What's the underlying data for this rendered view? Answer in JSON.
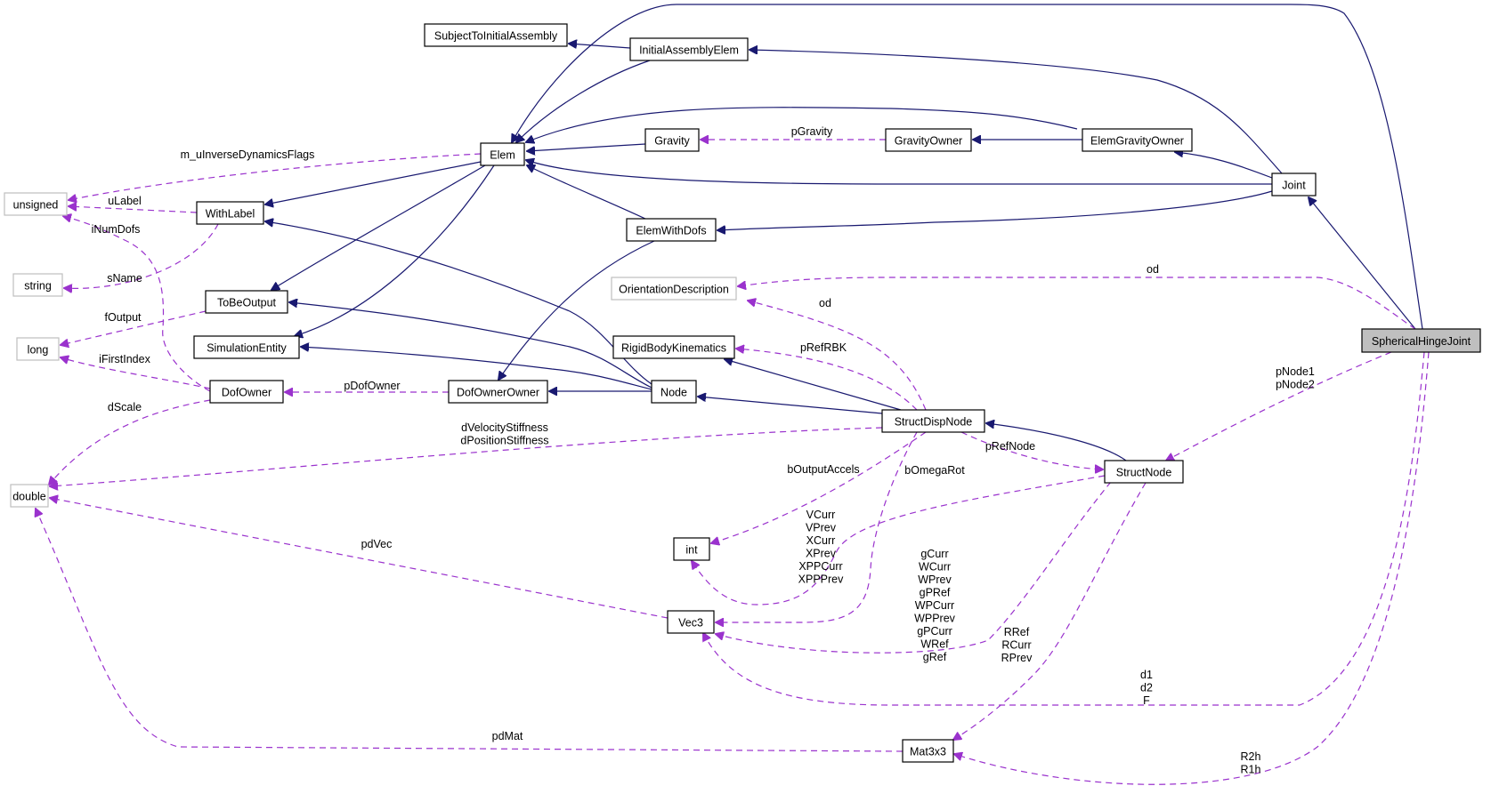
{
  "diagram": {
    "title": "SphericalHingeJoint collaboration graph",
    "colors": {
      "inheritance_edge": "#191970",
      "usage_edge": "#9a32cd",
      "focus_fill": "#bfbfbf",
      "external_border": "#bfbfbf",
      "node_border": "#000000"
    },
    "nodes": [
      {
        "id": "SphericalHingeJoint",
        "label": "SphericalHingeJoint",
        "kind": "focus"
      },
      {
        "id": "Joint",
        "label": "Joint",
        "kind": "class"
      },
      {
        "id": "Elem",
        "label": "Elem",
        "kind": "class"
      },
      {
        "id": "SubjectToInitialAssembly",
        "label": "SubjectToInitialAssembly",
        "kind": "class"
      },
      {
        "id": "InitialAssemblyElem",
        "label": "InitialAssemblyElem",
        "kind": "class"
      },
      {
        "id": "Gravity",
        "label": "Gravity",
        "kind": "class"
      },
      {
        "id": "GravityOwner",
        "label": "GravityOwner",
        "kind": "class"
      },
      {
        "id": "ElemGravityOwner",
        "label": "ElemGravityOwner",
        "kind": "class"
      },
      {
        "id": "ElemWithDofs",
        "label": "ElemWithDofs",
        "kind": "class"
      },
      {
        "id": "unsigned",
        "label": "unsigned",
        "kind": "external"
      },
      {
        "id": "WithLabel",
        "label": "WithLabel",
        "kind": "class"
      },
      {
        "id": "string",
        "label": "string",
        "kind": "external"
      },
      {
        "id": "ToBeOutput",
        "label": "ToBeOutput",
        "kind": "class"
      },
      {
        "id": "long",
        "label": "long",
        "kind": "external"
      },
      {
        "id": "SimulationEntity",
        "label": "SimulationEntity",
        "kind": "class"
      },
      {
        "id": "DofOwner",
        "label": "DofOwner",
        "kind": "class"
      },
      {
        "id": "DofOwnerOwner",
        "label": "DofOwnerOwner",
        "kind": "class"
      },
      {
        "id": "Node",
        "label": "Node",
        "kind": "class"
      },
      {
        "id": "OrientationDescription",
        "label": "OrientationDescription",
        "kind": "external"
      },
      {
        "id": "RigidBodyKinematics",
        "label": "RigidBodyKinematics",
        "kind": "class"
      },
      {
        "id": "StructDispNode",
        "label": "StructDispNode",
        "kind": "class"
      },
      {
        "id": "StructNode",
        "label": "StructNode",
        "kind": "class"
      },
      {
        "id": "double",
        "label": "double",
        "kind": "external"
      },
      {
        "id": "int",
        "label": "int",
        "kind": "class"
      },
      {
        "id": "Vec3",
        "label": "Vec3",
        "kind": "class"
      },
      {
        "id": "Mat3x3",
        "label": "Mat3x3",
        "kind": "class"
      }
    ],
    "edges": [
      {
        "from": "InitialAssemblyElem",
        "to": "SubjectToInitialAssembly",
        "type": "inherit",
        "labels": []
      },
      {
        "from": "InitialAssemblyElem",
        "to": "Elem",
        "type": "inherit",
        "labels": []
      },
      {
        "from": "SphericalHingeJoint",
        "to": "Elem",
        "type": "inherit",
        "labels": []
      },
      {
        "from": "Joint",
        "to": "InitialAssemblyElem",
        "type": "inherit",
        "labels": []
      },
      {
        "from": "ElemGravityOwner",
        "to": "Elem",
        "type": "inherit",
        "labels": []
      },
      {
        "from": "Gravity",
        "to": "Elem",
        "type": "inherit",
        "labels": []
      },
      {
        "from": "GravityOwner",
        "to": "Gravity",
        "type": "use",
        "labels": [
          "pGravity"
        ]
      },
      {
        "from": "ElemGravityOwner",
        "to": "GravityOwner",
        "type": "inherit",
        "labels": []
      },
      {
        "from": "Joint",
        "to": "ElemGravityOwner",
        "type": "inherit",
        "labels": []
      },
      {
        "from": "Joint",
        "to": "Elem",
        "type": "inherit",
        "labels": []
      },
      {
        "from": "ElemWithDofs",
        "to": "Elem",
        "type": "inherit",
        "labels": []
      },
      {
        "from": "Joint",
        "to": "ElemWithDofs",
        "type": "inherit",
        "labels": []
      },
      {
        "from": "SphericalHingeJoint",
        "to": "Joint",
        "type": "inherit",
        "labels": []
      },
      {
        "from": "Elem",
        "to": "unsigned",
        "type": "use",
        "labels": [
          "m_uInverseDynamicsFlags"
        ]
      },
      {
        "from": "Elem",
        "to": "WithLabel",
        "type": "inherit",
        "labels": []
      },
      {
        "from": "Elem",
        "to": "ToBeOutput",
        "type": "inherit",
        "labels": []
      },
      {
        "from": "Elem",
        "to": "SimulationEntity",
        "type": "inherit",
        "labels": []
      },
      {
        "from": "WithLabel",
        "to": "unsigned",
        "type": "use",
        "labels": [
          "uLabel"
        ]
      },
      {
        "from": "WithLabel",
        "to": "string",
        "type": "use",
        "labels": [
          "sName"
        ]
      },
      {
        "from": "DofOwner",
        "to": "unsigned",
        "type": "use",
        "labels": [
          "iNumDofs"
        ]
      },
      {
        "from": "ToBeOutput",
        "to": "long",
        "type": "use",
        "labels": [
          "fOutput"
        ]
      },
      {
        "from": "DofOwner",
        "to": "long",
        "type": "use",
        "labels": [
          "iFirstIndex"
        ]
      },
      {
        "from": "DofOwner",
        "to": "double",
        "type": "use",
        "labels": [
          "dScale"
        ]
      },
      {
        "from": "DofOwnerOwner",
        "to": "DofOwner",
        "type": "use",
        "labels": [
          "pDofOwner"
        ]
      },
      {
        "from": "ElemWithDofs",
        "to": "DofOwnerOwner",
        "type": "inherit",
        "labels": []
      },
      {
        "from": "Node",
        "to": "DofOwnerOwner",
        "type": "inherit",
        "labels": []
      },
      {
        "from": "Node",
        "to": "WithLabel",
        "type": "inherit",
        "labels": []
      },
      {
        "from": "Node",
        "to": "ToBeOutput",
        "type": "inherit",
        "labels": []
      },
      {
        "from": "Node",
        "to": "SimulationEntity",
        "type": "inherit",
        "labels": []
      },
      {
        "from": "SphericalHingeJoint",
        "to": "OrientationDescription",
        "type": "use",
        "labels": [
          "od"
        ]
      },
      {
        "from": "StructDispNode",
        "to": "OrientationDescription",
        "type": "use",
        "labels": [
          "od"
        ]
      },
      {
        "from": "StructDispNode",
        "to": "RigidBodyKinematics",
        "type": "use",
        "labels": [
          "pRefRBK"
        ]
      },
      {
        "from": "StructDispNode",
        "to": "RigidBodyKinematics",
        "type": "inherit",
        "labels": []
      },
      {
        "from": "StructDispNode",
        "to": "Node",
        "type": "inherit",
        "labels": []
      },
      {
        "from": "StructDispNode",
        "to": "double",
        "type": "use",
        "labels": [
          "dVelocityStiffness",
          "dPositionStiffness"
        ]
      },
      {
        "from": "StructNode",
        "to": "StructDispNode",
        "type": "inherit",
        "labels": []
      },
      {
        "from": "StructDispNode",
        "to": "StructNode",
        "type": "use",
        "labels": [
          "pRefNode"
        ]
      },
      {
        "from": "SphericalHingeJoint",
        "to": "StructNode",
        "type": "use",
        "labels": [
          "pNode1",
          "pNode2"
        ]
      },
      {
        "from": "StructDispNode",
        "to": "int",
        "type": "use",
        "labels": [
          "bOutputAccels"
        ]
      },
      {
        "from": "StructNode",
        "to": "int",
        "type": "use",
        "labels": [
          "bOmegaRot"
        ]
      },
      {
        "from": "StructDispNode",
        "to": "Vec3",
        "type": "use",
        "labels": [
          "VCurr",
          "VPrev",
          "XCurr",
          "XPrev",
          "XPPCurr",
          "XPPPrev"
        ]
      },
      {
        "from": "StructNode",
        "to": "Vec3",
        "type": "use",
        "labels": [
          "gCurr",
          "WCurr",
          "WPrev",
          "gPRef",
          "WPCurr",
          "WPPrev",
          "gPCurr",
          "WRef",
          "gRef"
        ]
      },
      {
        "from": "Vec3",
        "to": "double",
        "type": "use",
        "labels": [
          "pdVec"
        ]
      },
      {
        "from": "StructNode",
        "to": "Mat3x3",
        "type": "use",
        "labels": [
          "RRef",
          "RCurr",
          "RPrev"
        ]
      },
      {
        "from": "SphericalHingeJoint",
        "to": "Vec3",
        "type": "use",
        "labels": [
          "d1",
          "d2",
          "F"
        ]
      },
      {
        "from": "Mat3x3",
        "to": "double",
        "type": "use",
        "labels": [
          "pdMat"
        ]
      },
      {
        "from": "SphericalHingeJoint",
        "to": "Mat3x3",
        "type": "use",
        "labels": [
          "R2h",
          "R1h"
        ]
      }
    ]
  }
}
